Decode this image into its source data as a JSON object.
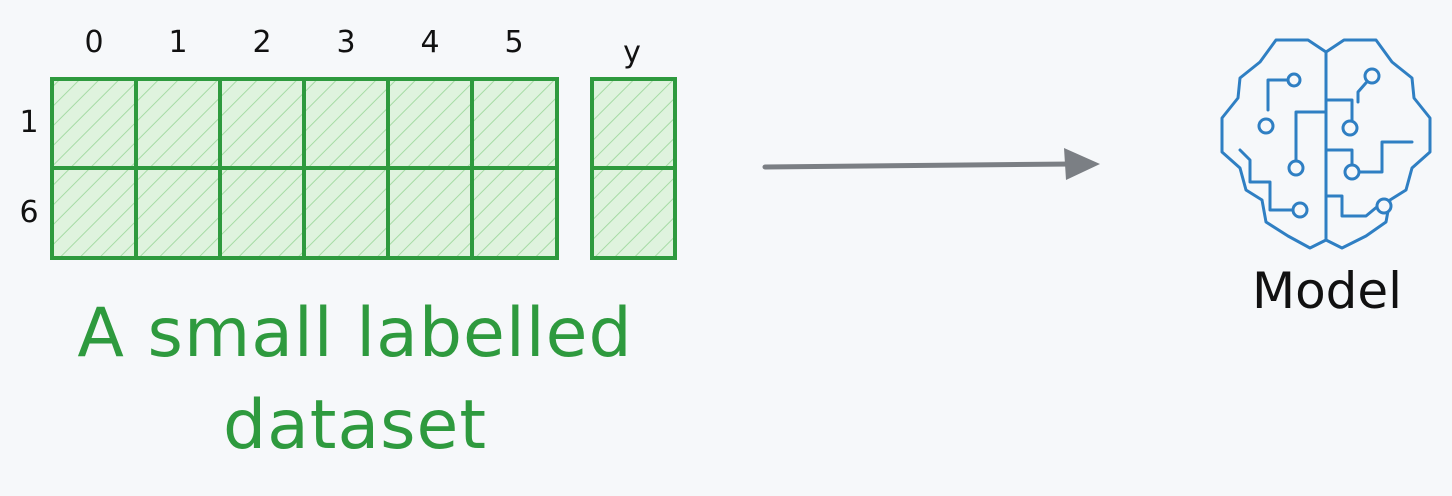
{
  "dataset": {
    "column_labels": [
      "0",
      "1",
      "2",
      "3",
      "4",
      "5"
    ],
    "row_labels": [
      "1",
      "6"
    ],
    "target_label": "y",
    "caption_line1": "A small labelled",
    "caption_line2": "dataset"
  },
  "model": {
    "label": "Model",
    "icon": "brain-circuit-icon"
  },
  "arrow": {
    "icon": "right-arrow-icon"
  },
  "colors": {
    "background": "#f6f8fa",
    "dataset_green": "#2e9a3e",
    "dataset_fill": "#dff3de",
    "hatch": "#a6dba5",
    "arrow_gray": "#7b7f84",
    "model_blue": "#2f7fc3",
    "text_dark": "#111111"
  }
}
